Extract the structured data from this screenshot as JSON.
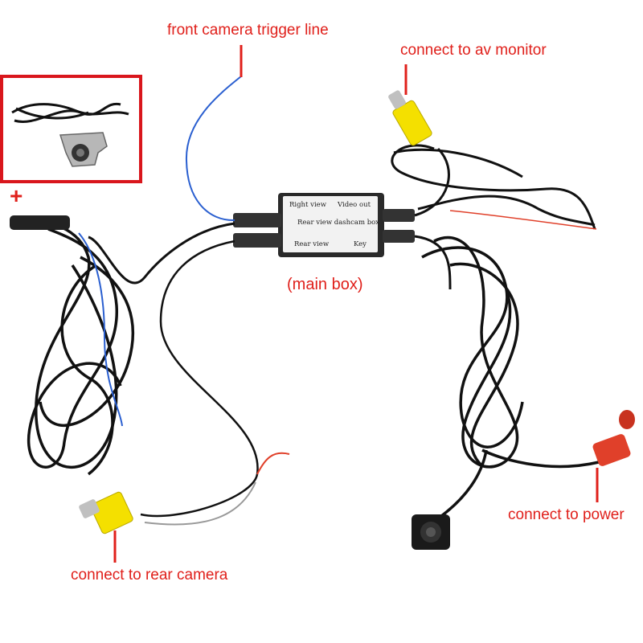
{
  "labels": {
    "front_trigger": "front camera trigger line",
    "av_monitor": "connect to av monitor",
    "main_box": "(main box)",
    "rear_camera": "connect to rear camera",
    "power": "connect to power",
    "plus": "+"
  },
  "box": {
    "right_view": "Right view",
    "video_out": "Video out",
    "title": "Rear view dashcam box",
    "rear_view": "Rear view",
    "key": "Key"
  },
  "colors": {
    "label": "#e0201b",
    "cable": "#111111",
    "trigger_wire": "#2a5fd0",
    "rca_yellow": "#f4e000",
    "power_red": "#e0402a",
    "highlight_frame": "#d9161c"
  }
}
